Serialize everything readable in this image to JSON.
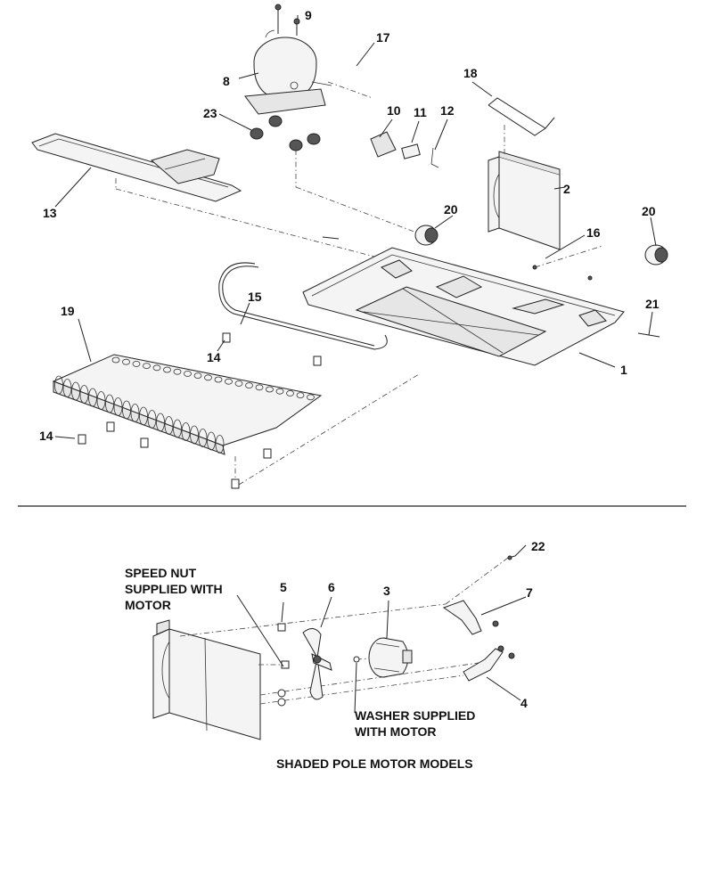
{
  "callouts": {
    "c1": "1",
    "c2": "2",
    "c3": "3",
    "c4": "4",
    "c5": "5",
    "c6": "6",
    "c7": "7",
    "c8": "8",
    "c9": "9",
    "c10": "10",
    "c11": "11",
    "c12": "12",
    "c13": "13",
    "c14a": "14",
    "c14b": "14",
    "c15": "15",
    "c16": "16",
    "c17": "17",
    "c18": "18",
    "c19": "19",
    "c20a": "20",
    "c20b": "20",
    "c21": "21",
    "c22": "22",
    "c23": "23"
  },
  "notes": {
    "speed_nut_l1": "SPEED NUT",
    "speed_nut_l2": "SUPPLIED WITH",
    "speed_nut_l3": "MOTOR",
    "washer_l1": "WASHER SUPPLIED",
    "washer_l2": "WITH MOTOR",
    "section_caption": "SHADED POLE MOTOR MODELS"
  }
}
